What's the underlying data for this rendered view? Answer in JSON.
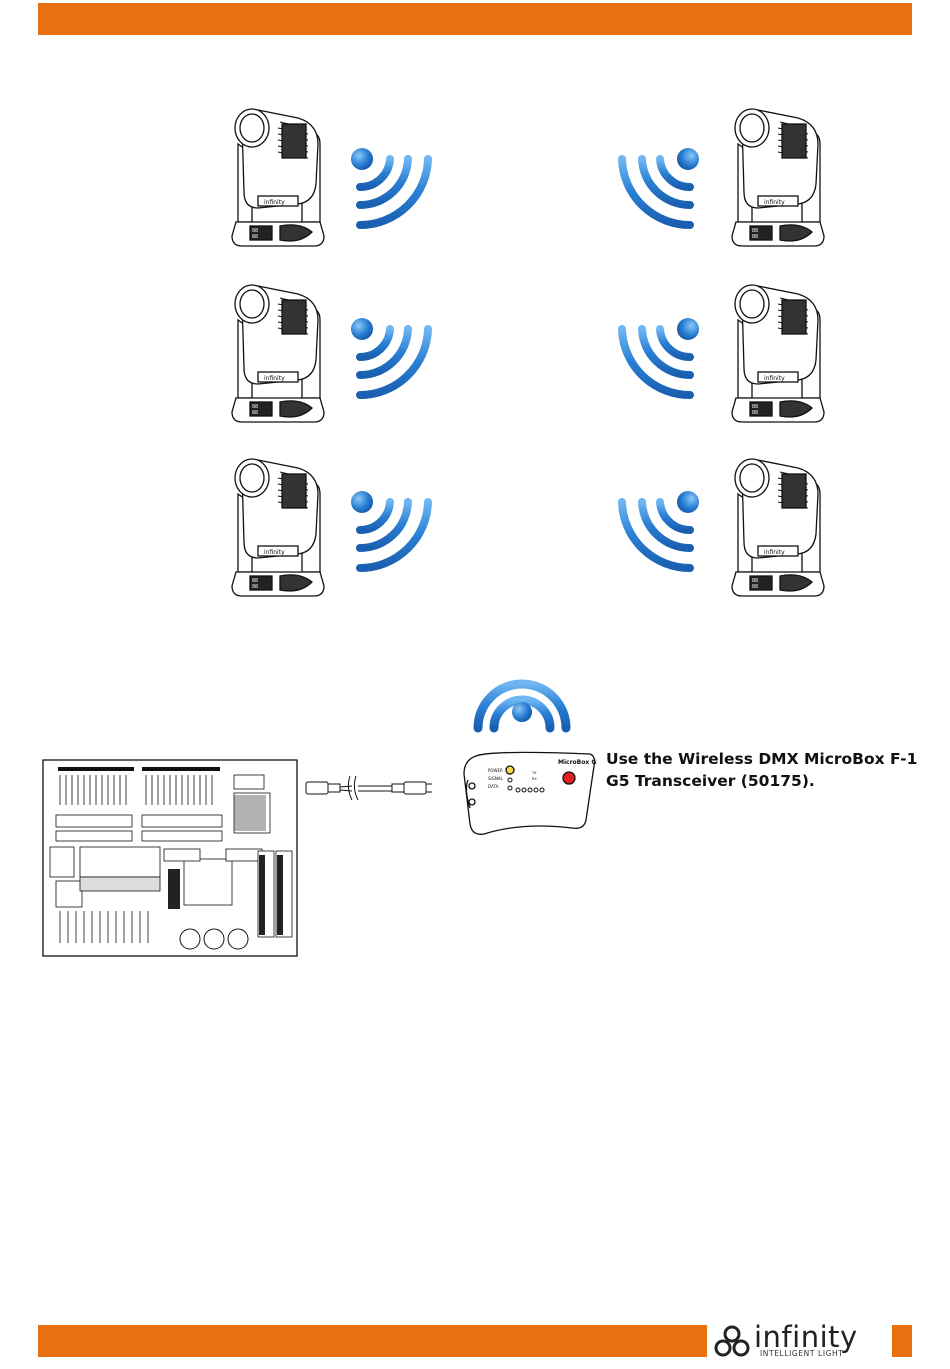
{
  "caption": {
    "line1": "Use the Wireless DMX MicroBox F-1",
    "line2": "G5 Transceiver (50175)."
  },
  "logo": {
    "word": "infinity",
    "tagline": "INTELLIGENT LIGHT"
  },
  "colors": {
    "accent_orange": "#e8700f",
    "signal_blue": "#2a7fd4"
  },
  "icons": [
    "moving-head-fixture-icon",
    "wireless-signal-icon",
    "dmx-console-icon",
    "xlr-cable-icon",
    "microbox-transceiver-icon",
    "infinity-logo-icon"
  ]
}
